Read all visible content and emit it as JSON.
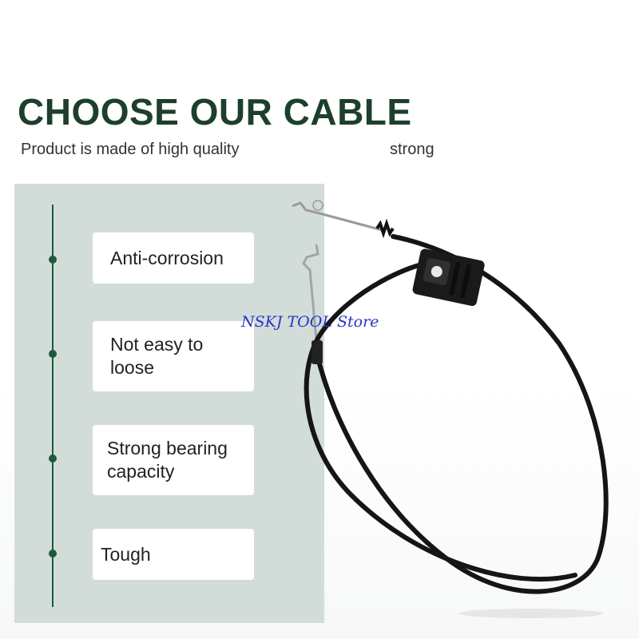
{
  "headline": "CHOOSE OUR CABLE",
  "subtitle": {
    "left": "Product is made of high quality",
    "right": "strong"
  },
  "features": [
    {
      "label": "Anti-corrosion"
    },
    {
      "label": "Not easy to loose"
    },
    {
      "label": "Strong bearing capacity"
    },
    {
      "label": "Tough"
    }
  ],
  "watermark": "NSKJ TOOL Store",
  "colors": {
    "headline": "#1d3f2c",
    "panel": "#d2ddda",
    "timeline": "#1f5a3b",
    "watermark": "#2b35c8",
    "cable": "#151515"
  },
  "icons": [
    "timeline-dot",
    "cable-image"
  ]
}
